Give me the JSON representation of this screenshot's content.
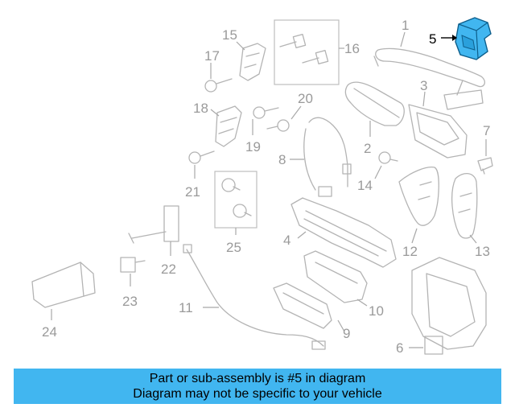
{
  "diagram": {
    "highlight_color": "#41b6f0",
    "callouts": {
      "c1": "1",
      "c2": "2",
      "c3": "3",
      "c4": "4",
      "c5": "5",
      "c6": "6",
      "c7": "7",
      "c8": "8",
      "c9": "9",
      "c10": "10",
      "c11": "11",
      "c12": "12",
      "c13": "13",
      "c14": "14",
      "c15": "15",
      "c16": "16",
      "c17": "17",
      "c18": "18",
      "c19": "19",
      "c20": "20",
      "c21": "21",
      "c22": "22",
      "c23": "23",
      "c24": "24",
      "c25": "25"
    }
  },
  "banner": {
    "line1": "Part or sub-assembly is #5 in diagram",
    "line2": "Diagram may not be specific to your vehicle",
    "color": "#41b6f0"
  }
}
